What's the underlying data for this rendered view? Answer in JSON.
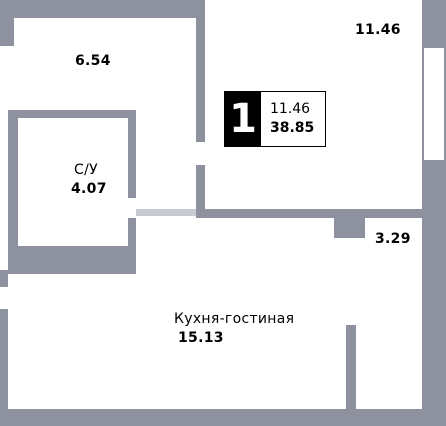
{
  "apartment": {
    "rooms_count": "1",
    "living_area": "11.46",
    "total_area": "38.85"
  },
  "rooms": {
    "bedroom_area": "11.46",
    "hall_area": "6.54",
    "bathroom_name": "С/У",
    "bathroom_area": "4.07",
    "balcony_area": "3.29",
    "kitchen_name": "Кухня-гостиная",
    "kitchen_area": "15.13"
  },
  "colors": {
    "wall": "#8e929f",
    "badge_fill": "#000000",
    "background": "#ffffff"
  }
}
